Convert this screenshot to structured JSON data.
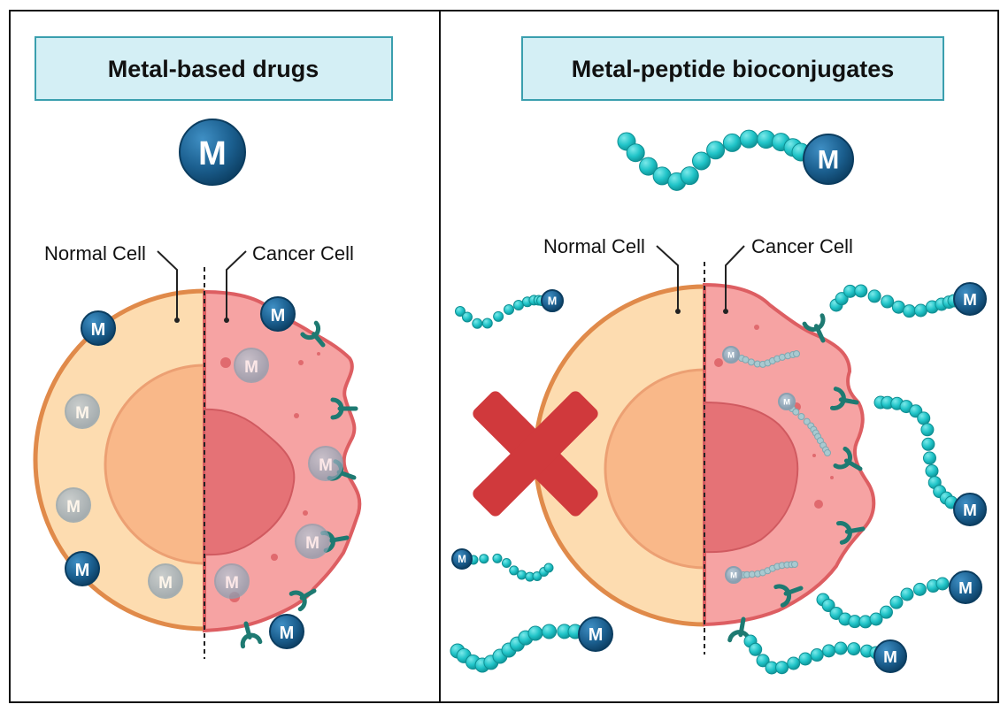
{
  "panels": [
    {
      "title": "Metal-based drugs",
      "normal_label": "Normal Cell",
      "cancer_label": "Cancer Cell"
    },
    {
      "title": "Metal-peptide bioconjugates",
      "normal_label": "Normal Cell",
      "cancer_label": "Cancer Cell"
    }
  ],
  "metal_symbol": "M",
  "colors": {
    "title_box_fill": "#d4eff5",
    "title_box_border": "#3a9fae",
    "normal_cell_fill": "#fddcb0",
    "normal_cell_border": "#e08a4a",
    "normal_nucleus_fill": "#f9b889",
    "cancer_cell_fill": "#f6a3a3",
    "cancer_cell_border": "#dd5e62",
    "cancer_nucleus_fill": "#e57276",
    "metal_fill": "#1b5f8f",
    "metal_border": "#0b3d60",
    "peptide_bead": "#20c4c8",
    "receptor": "#1e7a72",
    "blocked_cross": "#d0393c"
  }
}
